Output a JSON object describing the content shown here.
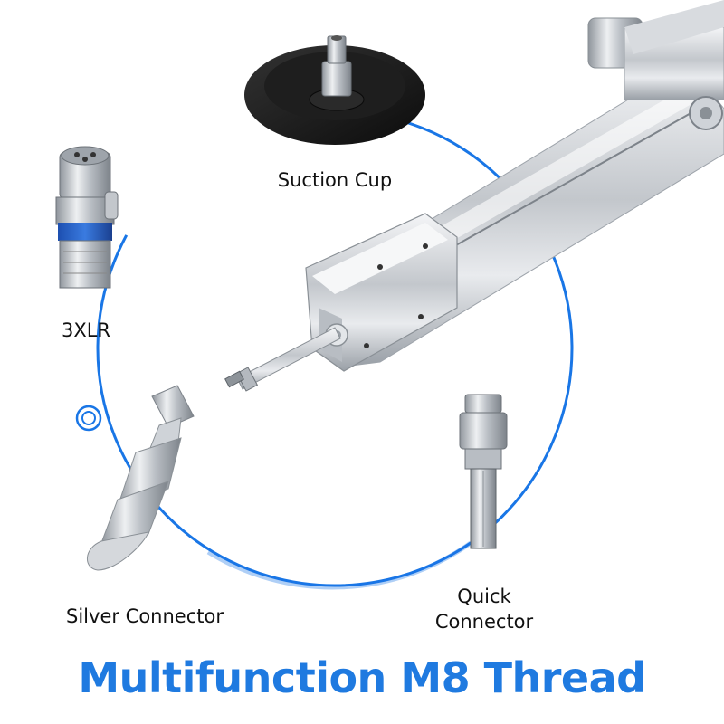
{
  "colors": {
    "accent_blue": "#1976e6",
    "headline_blue": "#1f7ae0",
    "label_text": "#111111",
    "metal": "#c9ccd1",
    "dark_rubber": "#1a1a1a"
  },
  "labels": {
    "suction_cup": "Suction Cup",
    "xlr": "3XLR",
    "silver_connector": "Silver Connector",
    "quick_connector_line1": "Quick",
    "quick_connector_line2": "Connector"
  },
  "headline": "Multifunction M8 Thread",
  "icons": [
    "actuator-rod",
    "suction-cup-icon",
    "xlr-plug-icon",
    "silver-connector-icon",
    "quick-connector-icon",
    "ring-marker-icon"
  ]
}
